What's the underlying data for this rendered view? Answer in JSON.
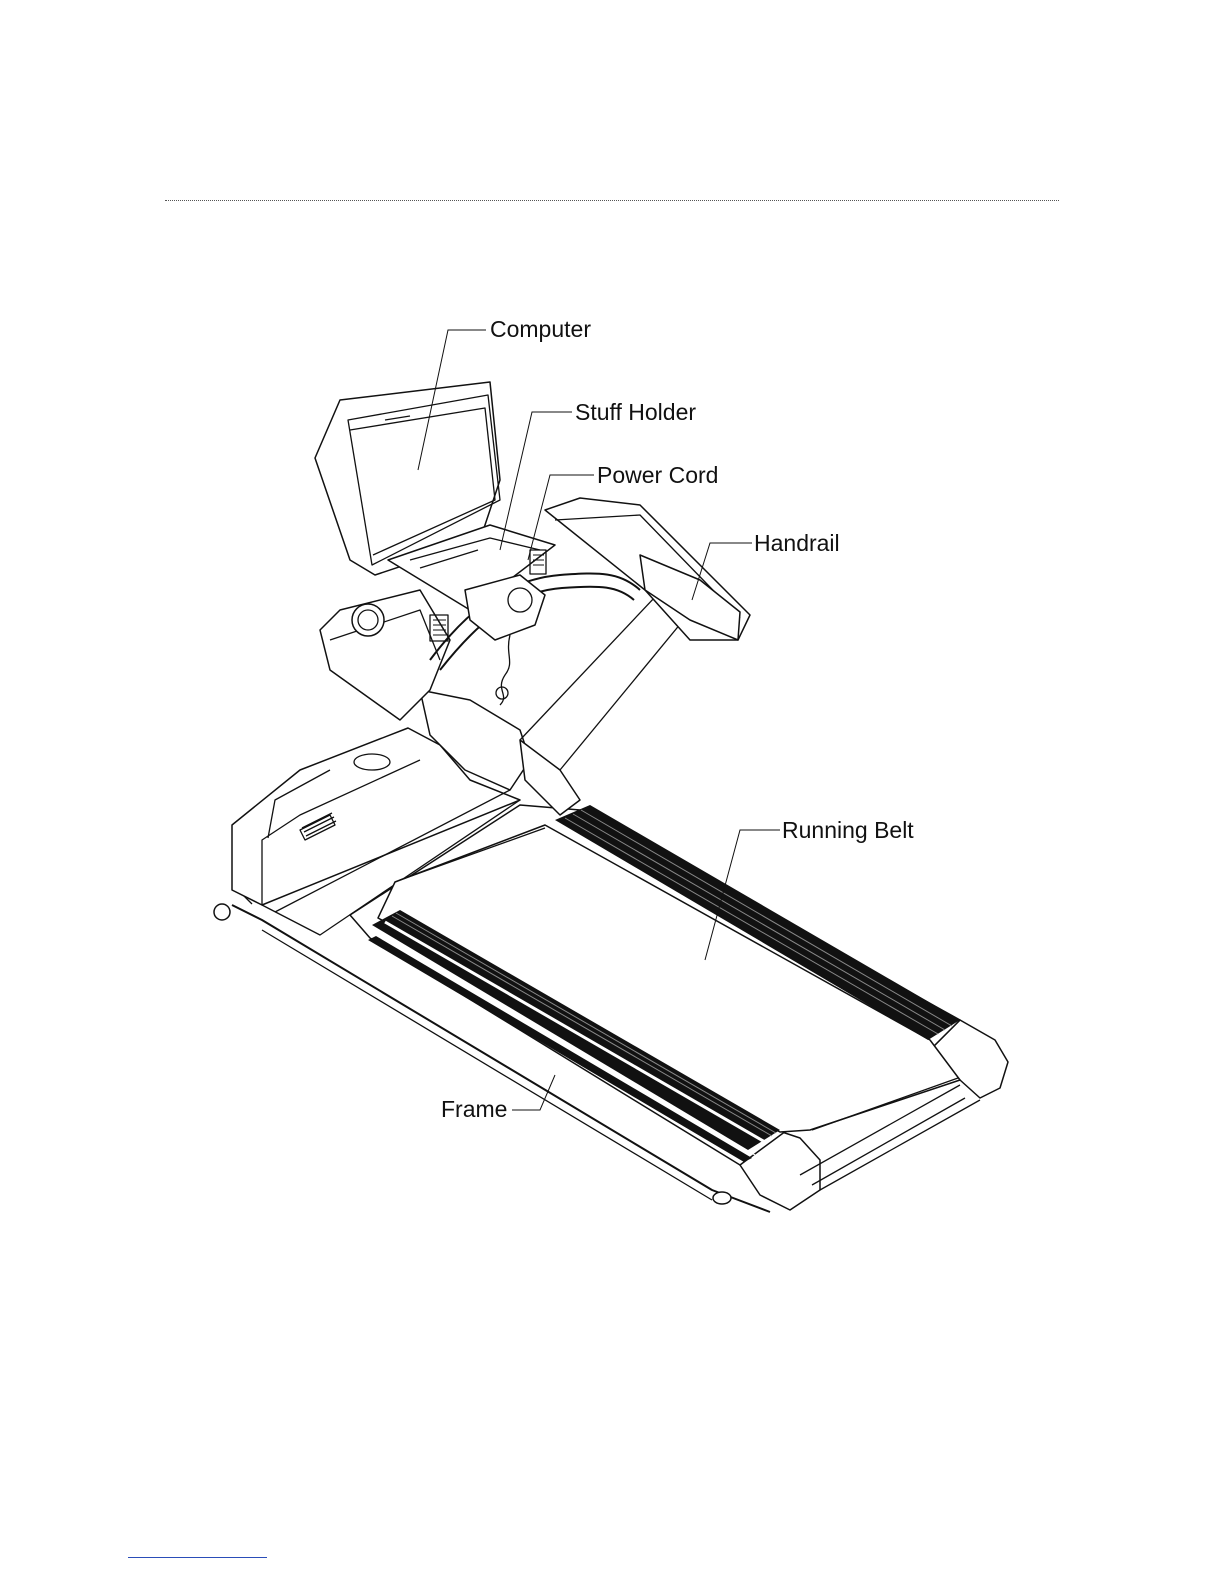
{
  "labels": {
    "computer": "Computer",
    "stuff_holder": "Stuff Holder",
    "power_cord": "Power Cord",
    "handrail": "Handrail",
    "running_belt": "Running Belt",
    "frame": "Frame"
  }
}
